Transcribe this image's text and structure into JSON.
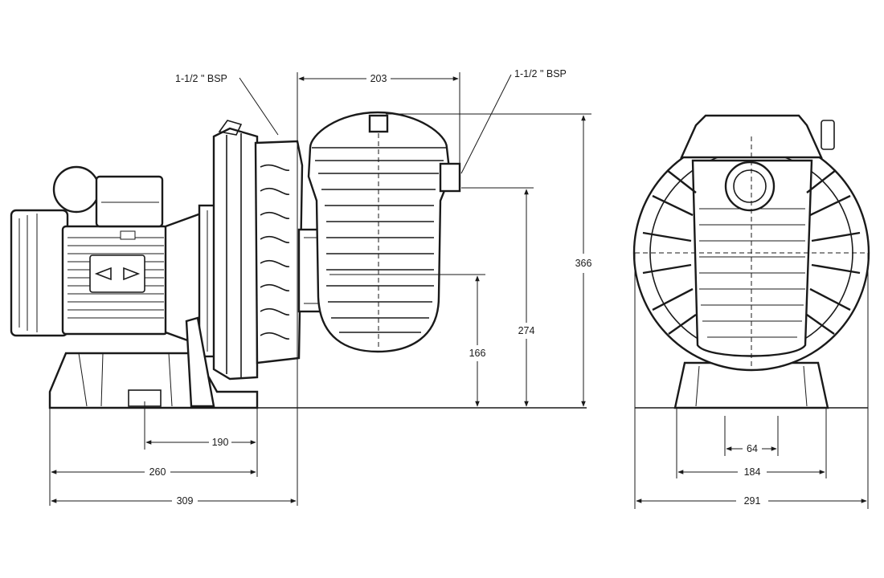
{
  "dimensions": {
    "w203": "203",
    "h366": "366",
    "h274": "274",
    "h166": "166",
    "w190": "190",
    "w260": "260",
    "w309": "309",
    "w64": "64",
    "w184": "184",
    "w291": "291"
  },
  "labels": {
    "inlet": "1-1/2 \" BSP",
    "outlet": "1-1/2 \" BSP"
  },
  "colors": {
    "line": "#1a1a1a",
    "background": "#ffffff"
  }
}
